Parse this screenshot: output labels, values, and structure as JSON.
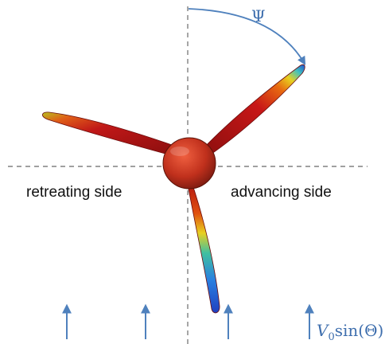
{
  "labels": {
    "psi": "Ψ",
    "retreating": "retreating side",
    "advancing": "advancing side",
    "velocity": {
      "symbol": "V",
      "subscript": "0",
      "function_text": "sin(Θ)"
    }
  },
  "colors": {
    "accent": "#4f81bd",
    "axis": "#808080",
    "hub": "#c0392b",
    "blade_high": "#b01010",
    "blade_mid": "#e8d020",
    "blade_low": "#2060d0"
  },
  "flow_arrow_count": 4
}
